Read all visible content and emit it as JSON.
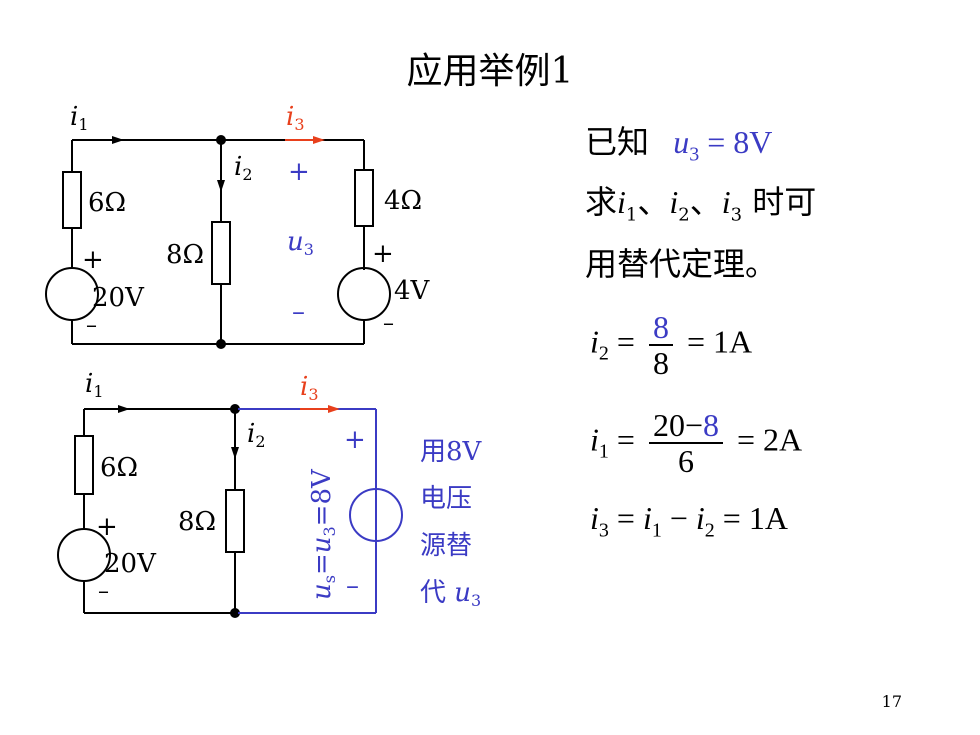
{
  "title": "应用举例1",
  "page_number": "17",
  "circuit_top": {
    "i1": "i",
    "i1_sub": "1",
    "i2": "i",
    "i2_sub": "2",
    "i3": "i",
    "i3_sub": "3",
    "r_left": "6Ω",
    "r_mid": "8Ω",
    "r_right": "4Ω",
    "v_left": "20V",
    "v_right": "4V",
    "u3": "u",
    "u3_sub": "3",
    "plus": "+",
    "minus": "–"
  },
  "circuit_bottom": {
    "r_left": "6Ω",
    "r_mid": "8Ω",
    "v_left": "20V",
    "us_label": "us=u3=8V",
    "caption_lines": [
      "用8V",
      "电压",
      "源替",
      "代 u3"
    ]
  },
  "panel": {
    "line1_prefix": "已知",
    "line1_eq": "u3 = 8V",
    "line2": "求i1、i2、i3 时可",
    "line3": "用替代定理。"
  },
  "equations": {
    "eq1": {
      "lhs": "i2 =",
      "num": "8",
      "den": "8",
      "rhs": "= 1A"
    },
    "eq2": {
      "lhs": "i1 =",
      "num_a": "20−",
      "num_b": "8",
      "den": "6",
      "rhs": "= 2A"
    },
    "eq3": "i3 = i1 − i2 = 1A"
  },
  "colors": {
    "red": "#e8401c",
    "blue": "#3b3bc4",
    "black": "#000000"
  }
}
